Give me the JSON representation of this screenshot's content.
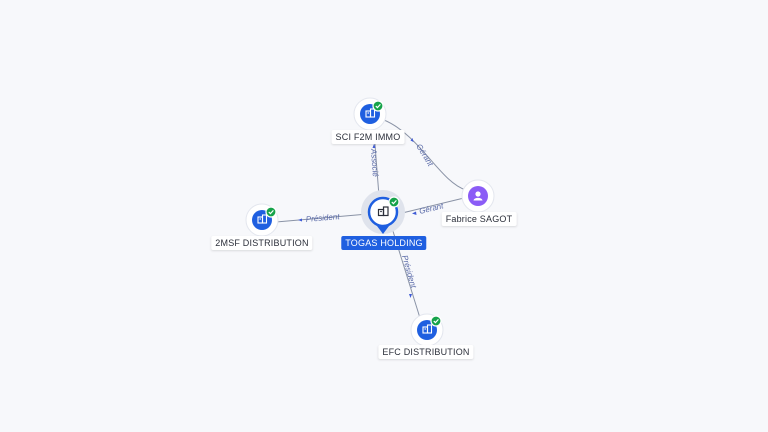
{
  "colors": {
    "company": "#1f5fe0",
    "person": "#8b5cf6",
    "verified": "#16a34a",
    "edge": "#8a93a6",
    "edge_label": "#5a6aa8"
  },
  "nodes": {
    "sci_f2m_immo": {
      "label": "SCI F2M IMMO",
      "kind": "company",
      "icon": "building-icon",
      "verified": true
    },
    "togas_holding": {
      "label": "TOGAS HOLDING",
      "kind": "company",
      "icon": "building-icon",
      "verified": true,
      "focused": true
    },
    "fabrice_sagot": {
      "label": "Fabrice SAGOT",
      "kind": "person",
      "icon": "person-icon"
    },
    "msf_distribution": {
      "label": "2MSF DISTRIBUTION",
      "kind": "company",
      "icon": "building-icon",
      "verified": true
    },
    "efc_distribution": {
      "label": "EFC DISTRIBUTION",
      "kind": "company",
      "icon": "building-icon",
      "verified": true
    }
  },
  "edges": {
    "togas_to_sci": {
      "label": "Associé",
      "from": "TOGAS HOLDING",
      "to": "SCI F2M IMMO"
    },
    "sagot_to_sci": {
      "label": "Gérant",
      "from": "Fabrice SAGOT",
      "to": "SCI F2M IMMO"
    },
    "sagot_to_togas": {
      "label": "Gérant",
      "from": "Fabrice SAGOT",
      "to": "TOGAS HOLDING"
    },
    "togas_to_msf": {
      "label": "Président",
      "from": "TOGAS HOLDING",
      "to": "2MSF DISTRIBUTION"
    },
    "togas_to_efc": {
      "label": "Président",
      "from": "TOGAS HOLDING",
      "to": "EFC DISTRIBUTION"
    }
  }
}
